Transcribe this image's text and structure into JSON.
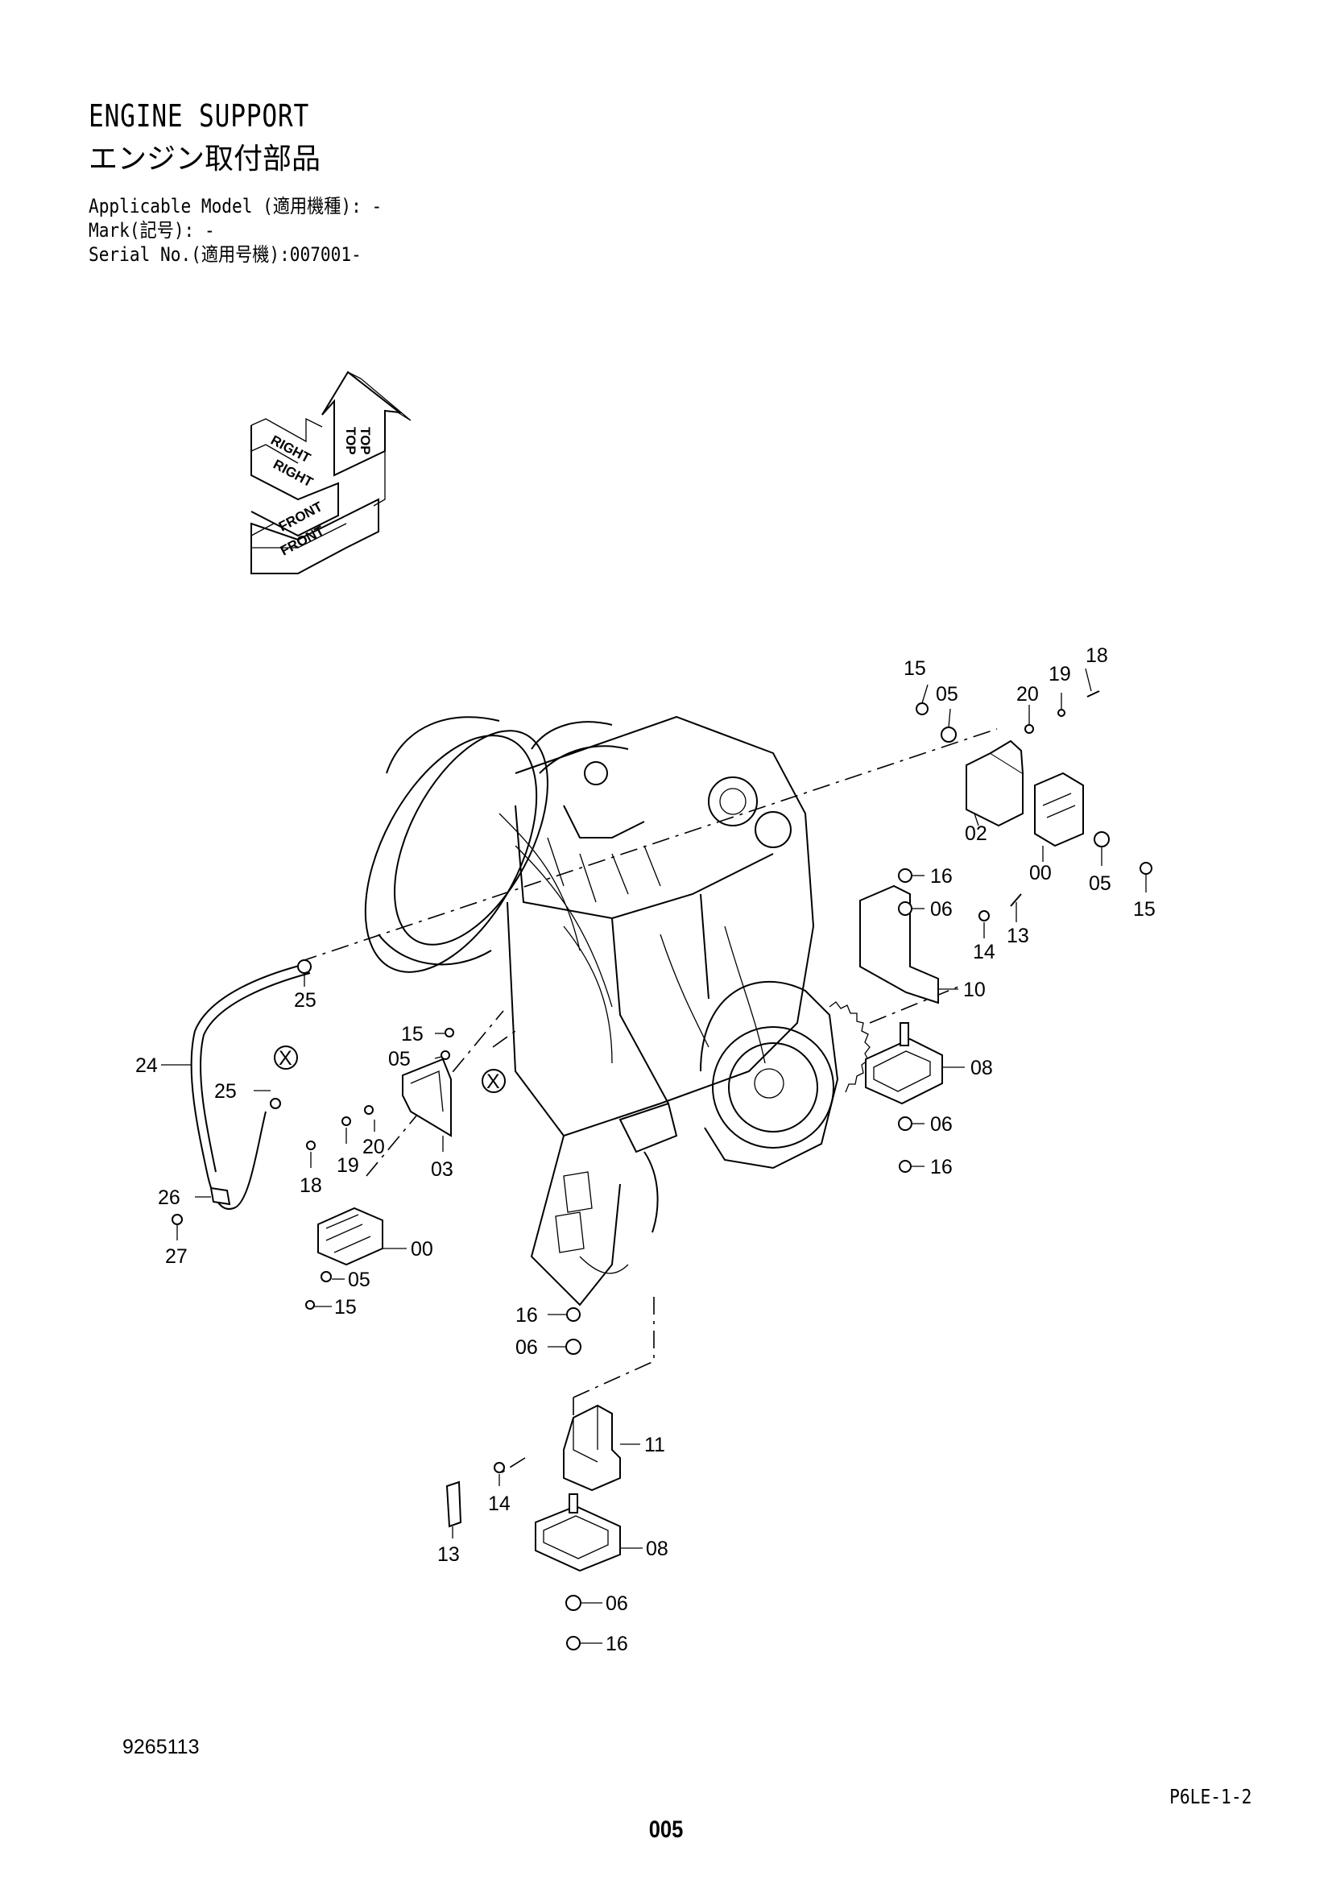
{
  "header": {
    "title_en": "ENGINE SUPPORT",
    "title_jp": "エンジン取付部品",
    "applicable_model": "Applicable Model (適用機種): -",
    "mark": "Mark(記号): -",
    "serial_no": "Serial No.(適用号機):007001-"
  },
  "orientation": {
    "top": "TOP",
    "right": "RIGHT",
    "front": "FRONT"
  },
  "callouts": {
    "c15a": "15",
    "c05a": "05",
    "c20a": "20",
    "c19a": "19",
    "c18a": "18",
    "c02": "02",
    "c00a": "00",
    "c05b": "05",
    "c15b": "15",
    "c16a": "16",
    "c06a": "06",
    "c13a": "13",
    "c14a": "14",
    "c10": "10",
    "c08a": "08",
    "c06b": "06",
    "c16b": "16",
    "c25a": "25",
    "c24": "24",
    "c25b": "25",
    "c26": "26",
    "c27": "27",
    "c15c": "15",
    "c05c": "05",
    "c20b": "20",
    "c19b": "19",
    "c18b": "18",
    "c03": "03",
    "c00b": "00",
    "c05d": "05",
    "c15d": "15",
    "c16c": "16",
    "c06c": "06",
    "c11": "11",
    "c14b": "14",
    "c13b": "13",
    "c08b": "08",
    "c06d": "06",
    "c16d": "16",
    "x1": "X",
    "x2": "X"
  },
  "footer": {
    "doc_number": "9265113",
    "reference": "P6LE-1-2",
    "page": "005"
  }
}
